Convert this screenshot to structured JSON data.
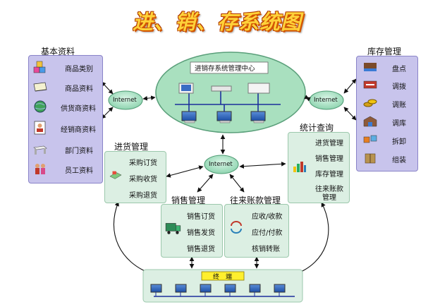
{
  "title": "进、销、存系统图",
  "colors": {
    "violet_panel": "#c8c4ec",
    "green_panel": "#dcefe3",
    "ellipse": "#a9e0bf",
    "title_fill": "#ffd23a",
    "title_outline": "#d35400"
  },
  "basic": {
    "heading": "基本资料",
    "items": [
      {
        "label": "商品类别",
        "icon": "cubes-icon"
      },
      {
        "label": "商品资料",
        "icon": "tray-icon"
      },
      {
        "label": "供货商资料",
        "icon": "globe-icon"
      },
      {
        "label": "经销商资料",
        "icon": "person-card-icon"
      },
      {
        "label": "部门资料",
        "icon": "desk-icon"
      },
      {
        "label": "员工资料",
        "icon": "people-icon"
      }
    ]
  },
  "center": {
    "label": "进销存系统管理中心"
  },
  "internet": {
    "label": "Internet"
  },
  "inventory": {
    "heading": "库存管理",
    "items": [
      {
        "label": "盘点",
        "icon": "pallet-icon"
      },
      {
        "label": "调拨",
        "icon": "transfer-icon"
      },
      {
        "label": "调账",
        "icon": "coins-icon"
      },
      {
        "label": "调库",
        "icon": "warehouse-icon"
      },
      {
        "label": "拆卸",
        "icon": "disassemble-icon"
      },
      {
        "label": "组装",
        "icon": "box-icon"
      }
    ]
  },
  "purchase": {
    "heading": "进货管理",
    "items": [
      "采购订货",
      "采购收货",
      "采购退货"
    ]
  },
  "stats": {
    "heading": "统计查询",
    "items": [
      "进货管理",
      "销售管理",
      "库存管理",
      "往来账款",
      "管理"
    ]
  },
  "sales": {
    "heading": "销售管理",
    "items": [
      "销售订货",
      "销售发货",
      "销售退货"
    ]
  },
  "accounts": {
    "heading": "往来账款管理",
    "items": [
      "应收/收款",
      "应付/付款",
      "核销转账"
    ]
  },
  "terminal": {
    "label": "终　端"
  }
}
